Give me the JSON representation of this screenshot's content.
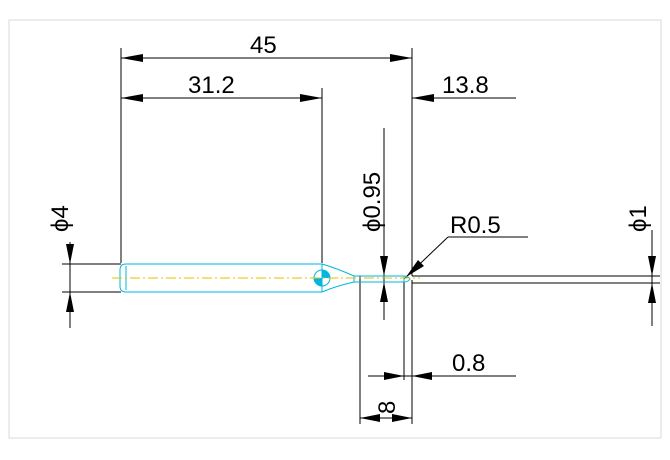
{
  "dimensions": {
    "overall_length": "45",
    "shank_length": "31.2",
    "neck_length": "13.8",
    "shank_diameter": "ϕ4",
    "neck_diameter": "ϕ0.95",
    "tip_diameter": "ϕ1",
    "corner_radius": "R0.5",
    "flute_length": "0.8",
    "reach_length": "8"
  },
  "colors": {
    "lines": "#000000",
    "part": "#00b7e0",
    "centerline": "#e6c200",
    "background": "#ffffff"
  }
}
